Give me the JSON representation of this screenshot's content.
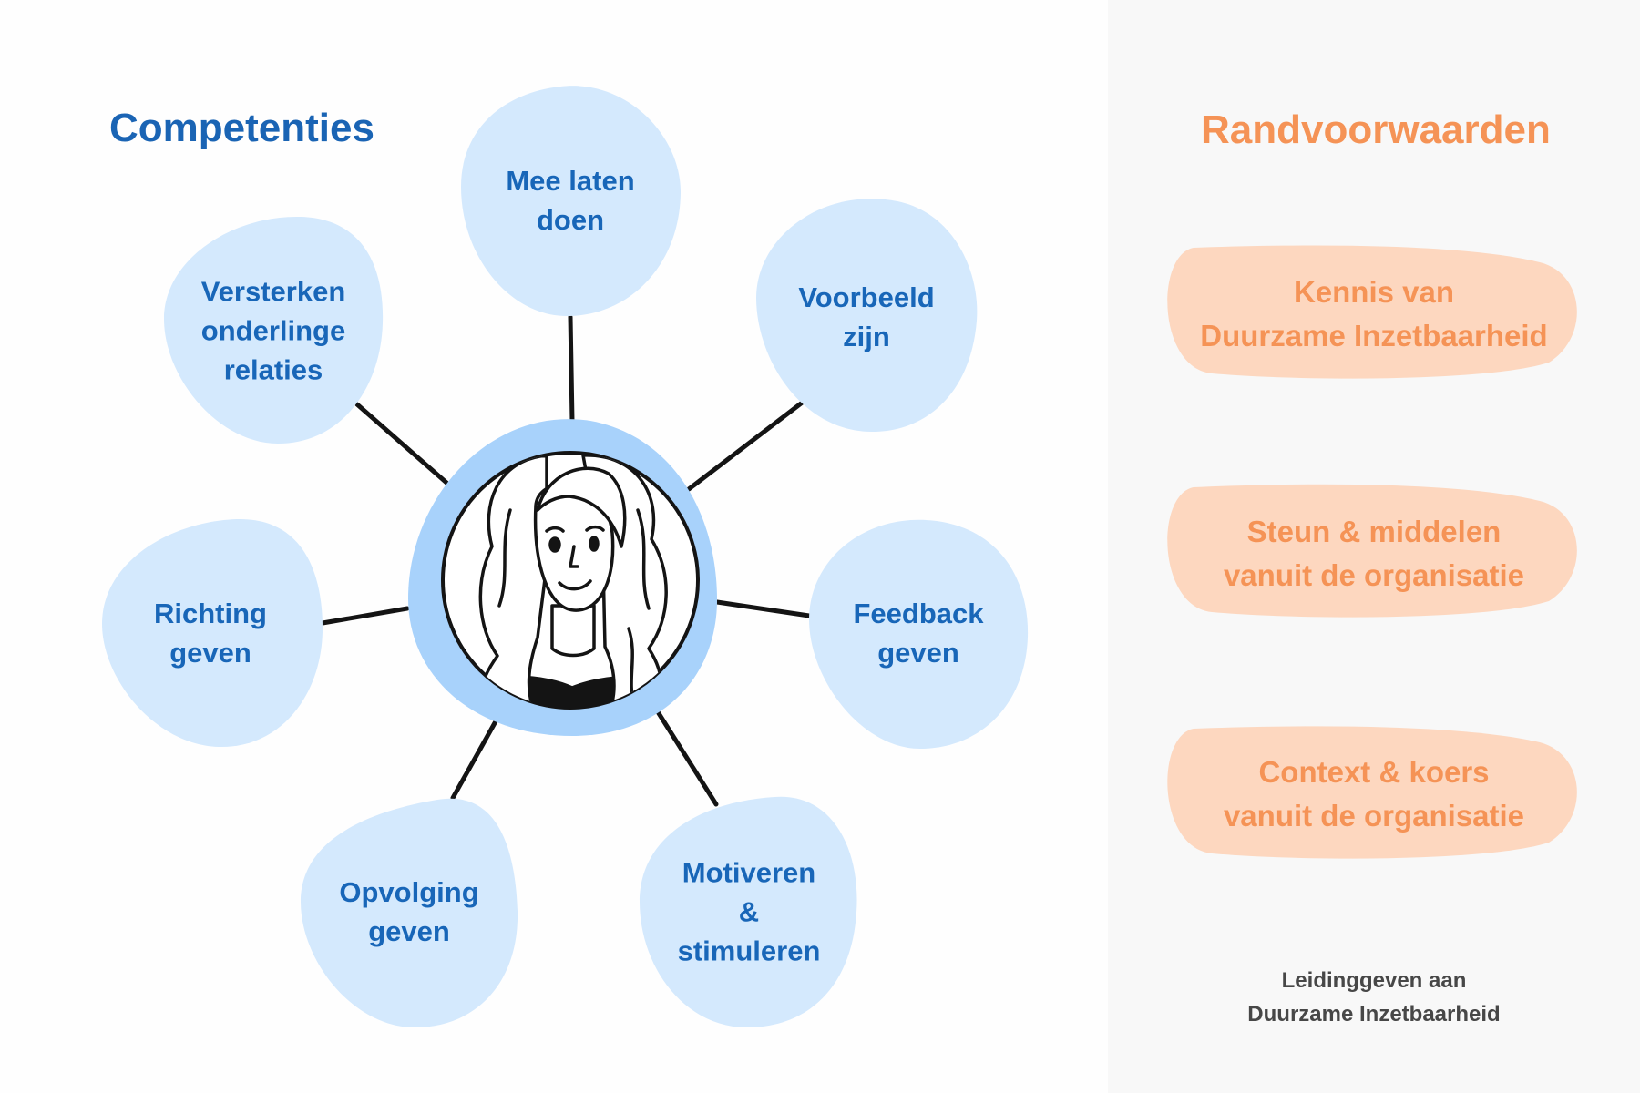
{
  "colors": {
    "blob_fill": "#d4e9fd",
    "center_fill": "#a8d2fb",
    "competency_text": "#1866b8",
    "condition_fill": "#fdd7bf",
    "condition_text": "#f59356",
    "title_left": "#1a64b4",
    "title_right": "#f59356",
    "connector": "#141414"
  },
  "left": {
    "title": "Competenties",
    "center_icon": "woman-portrait-icon",
    "competencies": [
      {
        "id": "mee-laten-doen",
        "label": "Mee laten\ndoen"
      },
      {
        "id": "voorbeeld-zijn",
        "label": "Voorbeeld\nzijn"
      },
      {
        "id": "feedback-geven",
        "label": "Feedback\ngeven"
      },
      {
        "id": "motiveren-stimuleren",
        "label": "Motiveren\n&\nstimuleren"
      },
      {
        "id": "opvolging-geven",
        "label": "Opvolging\ngeven"
      },
      {
        "id": "richting-geven",
        "label": "Richting\ngeven"
      },
      {
        "id": "versterken-relaties",
        "label": "Versterken\nonderlinge\nrelaties"
      }
    ]
  },
  "right": {
    "title": "Randvoorwaarden",
    "conditions": [
      {
        "id": "kennis",
        "label": "Kennis van\nDuurzame Inzetbaarheid"
      },
      {
        "id": "steun",
        "label": "Steun & middelen\nvanuit de organisatie"
      },
      {
        "id": "context",
        "label": "Context & koers\nvanuit de organisatie"
      }
    ],
    "footer": "Leidinggeven aan\nDuurzame Inzetbaarheid"
  }
}
